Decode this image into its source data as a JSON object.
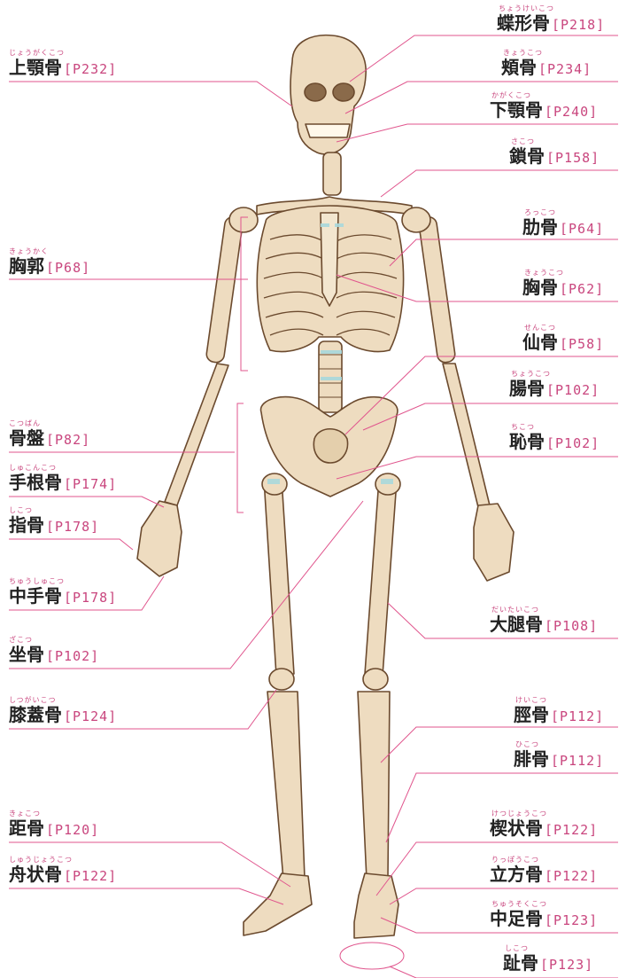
{
  "title": "全身の骨格（正面）",
  "colors": {
    "accent": "#e0558d",
    "bone": "#eedcc0",
    "cartilage": "#a8d8dc",
    "outline": "#6b4a2e"
  },
  "labels": [
    {
      "id": "chouke",
      "ruby": "ちょうけいこつ",
      "name": "蝶形骨",
      "page": "[P218]"
    },
    {
      "id": "jogaku",
      "ruby": "じょうがくこつ",
      "name": "上顎骨",
      "page": "[P232]"
    },
    {
      "id": "kyoukotsu",
      "ruby": "きょうこつ",
      "name": "頬骨",
      "page": "[P234]"
    },
    {
      "id": "kagaku",
      "ruby": "かがくこつ",
      "name": "下顎骨",
      "page": "[P240]"
    },
    {
      "id": "sakotsu",
      "ruby": "さこつ",
      "name": "鎖骨",
      "page": "[P158]"
    },
    {
      "id": "rokkotsu",
      "ruby": "ろっこつ",
      "name": "肋骨",
      "page": "[P64]"
    },
    {
      "id": "kyoukaku",
      "ruby": "きょうかく",
      "name": "胸郭",
      "page": "[P68]"
    },
    {
      "id": "kyoukotsu2",
      "ruby": "きょうこつ",
      "name": "胸骨",
      "page": "[P62]"
    },
    {
      "id": "senkotsu",
      "ruby": "せんこつ",
      "name": "仙骨",
      "page": "[P58]"
    },
    {
      "id": "choukotsu",
      "ruby": "ちょうこつ",
      "name": "腸骨",
      "page": "[P102]"
    },
    {
      "id": "kotsuban",
      "ruby": "こつばん",
      "name": "骨盤",
      "page": "[P82]"
    },
    {
      "id": "chikotsu",
      "ruby": "ちこつ",
      "name": "恥骨",
      "page": "[P102]"
    },
    {
      "id": "shukon",
      "ruby": "しゅこんこつ",
      "name": "手根骨",
      "page": "[P174]"
    },
    {
      "id": "shikotsu",
      "ruby": "しこつ",
      "name": "指骨",
      "page": "[P178]"
    },
    {
      "id": "chushu",
      "ruby": "ちゅうしゅこつ",
      "name": "中手骨",
      "page": "[P178]"
    },
    {
      "id": "daitai",
      "ruby": "だいたいこつ",
      "name": "大腿骨",
      "page": "[P108]"
    },
    {
      "id": "zakotsu",
      "ruby": "ざこつ",
      "name": "坐骨",
      "page": "[P102]"
    },
    {
      "id": "shitsugai",
      "ruby": "しつがいこつ",
      "name": "膝蓋骨",
      "page": "[P124]"
    },
    {
      "id": "keikotsu",
      "ruby": "けいこつ",
      "name": "脛骨",
      "page": "[P112]"
    },
    {
      "id": "hikotsu",
      "ruby": "ひこつ",
      "name": "腓骨",
      "page": "[P112]"
    },
    {
      "id": "kyokotsu",
      "ruby": "きょこつ",
      "name": "距骨",
      "page": "[P120]"
    },
    {
      "id": "ketsujou",
      "ruby": "けつじょうこつ",
      "name": "楔状骨",
      "page": "[P122]"
    },
    {
      "id": "shuujou",
      "ruby": "しゅうじょうこつ",
      "name": "舟状骨",
      "page": "[P122]"
    },
    {
      "id": "rippou",
      "ruby": "りっぽうこつ",
      "name": "立方骨",
      "page": "[P122]"
    },
    {
      "id": "chuusoku",
      "ruby": "ちゅうそくこつ",
      "name": "中足骨",
      "page": "[P123]"
    },
    {
      "id": "shikotsu2",
      "ruby": "しこつ",
      "name": "趾骨",
      "page": "[P123]"
    }
  ]
}
